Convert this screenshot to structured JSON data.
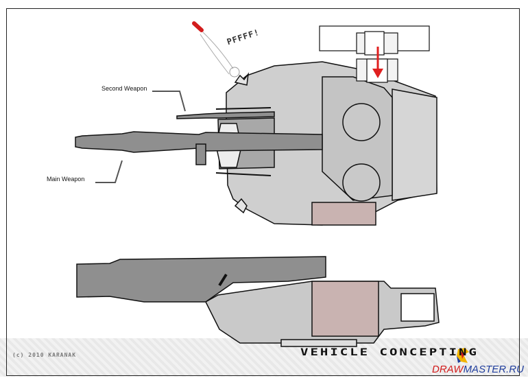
{
  "annotations": {
    "second_weapon": "Second Weapon",
    "main_weapon": "Main Weapon",
    "sound_effect": "PFFFF!"
  },
  "footer": {
    "copyright": "(c) 2010 KARANAK",
    "title": "VEHICLE CONCEPTING",
    "site_part1": "DRAW",
    "site_part2": "MASTER.RU"
  },
  "colors": {
    "hull": "#c9c9c9",
    "turret_metal": "#8f8f8f",
    "accent_panel": "#c9b3b1",
    "arrow": "#e02020",
    "outline": "#111111"
  },
  "icons": [
    "arrow-down-icon",
    "rocket-icon",
    "logo-icon"
  ]
}
